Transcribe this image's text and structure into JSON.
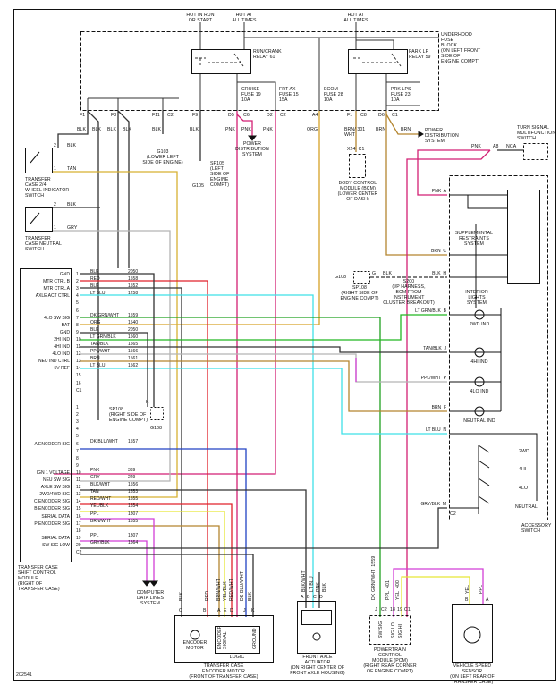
{
  "figure_id": "202541",
  "fuse_block": {
    "title": "UNDERHOOD\nFUSE\nBLOCK\n(ON LEFT FRONT\nSIDE OF\nENGINE COMPT)",
    "hot_run": "HOT IN RUN\nOR START",
    "hot_all_1": "HOT AT\nALL TIMES",
    "hot_all_2": "HOT AT\nALL TIMES",
    "relay_run_crank": "RUN/CRANK\nRELAY 61",
    "relay_park": "PARK LP\nRELAY 59",
    "fuse_cruise": "CRUISE\nFUSE 19\n10A",
    "fuse_frt_ax": "FRT AX\nFUSE 15\n15A",
    "fuse_ecom": "ECOM\nFUSE 28\n10A",
    "fuse_prk_lps": "PRK LPS\nFUSE 23\n10A",
    "connectors": [
      "F1",
      "F3",
      "F11",
      "C2",
      "F9",
      "D5",
      "C6",
      "D2",
      "C2",
      "A4",
      "F1",
      "C8",
      "D6",
      "C1"
    ]
  },
  "wire_labels_top": [
    "BLK",
    "BLK",
    "BLK",
    "BLK",
    "BLK",
    "BLK",
    "PNK",
    "PNK",
    "PNK",
    "ORG",
    "BRN/ 301\nWHT",
    "BRN",
    "BRN"
  ],
  "power_distribution": "POWER\nDISTRIBUTION\nSYSTEM",
  "ground_g103": "G103\n(LOWER LEFT\nSIDE OF ENGINE)",
  "splice_sp105": "SP105\n(LEFT\nSIDE OF\nENGINE\nCOMPT)",
  "ground_g105": "G105",
  "wheel_indicator_switch": {
    "label": "TRANSFER\nCASE 2/4\nWHEEL INDICATOR\nSWITCH",
    "pins": [
      "2",
      "1"
    ],
    "wires": [
      "BLK",
      "TAN"
    ]
  },
  "neutral_switch": {
    "label": "TRANSFER\nCASE NEUTRAL\nSWITCH",
    "pins": [
      "2",
      "1"
    ],
    "wires": [
      "BLK",
      "GRY"
    ]
  },
  "bcm": {
    "label": "BODY CONTROL\nMODULE (BCM)\n(LOWER CENTER\nOF DASH)",
    "connector": "X24  C1"
  },
  "turn_signal_switch": {
    "label": "TURN SIGNAL\nMULTIFUNCTION\nSWITCH",
    "wire": "PNK",
    "pin": "A8",
    "nca": "NCA"
  },
  "accessory_switch": {
    "label": "ACCESSORY\nSWITCH",
    "pins": [
      {
        "wire": "PNK",
        "pin": "A"
      },
      {
        "wire": "BRN",
        "pin": "C"
      },
      {
        "wire": "BLK",
        "pin": "H"
      },
      {
        "wire": "LT GRN/BLK",
        "pin": "B"
      },
      {
        "wire": "TAN/BLK",
        "pin": "J"
      },
      {
        "wire": "PPL/WHT",
        "pin": "P"
      },
      {
        "wire": "BRN",
        "pin": "F"
      },
      {
        "wire": "LT BLU",
        "pin": "N"
      },
      {
        "wire": "GRY/BLK",
        "pin": "M"
      }
    ],
    "connector": "C2",
    "srs": "SUPPLEMENTAL\nRESTRAINTS\nSYSTEM",
    "interior_lights": "INTERIOR\nLIGHTS\nSYSTEM",
    "indicators": [
      "2WD IND",
      "4HI IND",
      "4LO IND",
      "NEUTRAL IND"
    ],
    "modes": [
      "2WD",
      "4HI",
      "4LO",
      "NEUTRAL"
    ]
  },
  "s200": "S200\n(I/P HARNESS,\nBCM FROM\nINSTRUMENT\nCLUSTER BREAKOUT)",
  "sp108_right": {
    "label": "SP108\n(RIGHT SIDE OF\nENGINE COMPT)",
    "pin": "G",
    "wire": "BLK",
    "ground": "G108"
  },
  "sp108_mid": {
    "label": "SP108\n(RIGHT SIDE OF\nENGINE COMPT)",
    "pin": "K",
    "ground": "G108"
  },
  "shift_module": {
    "label": "TRANSFER CASE\nSHIFT CONTROL\nMODULE\n(RIGHT OF\nTRANSFER CASE)",
    "c1": [
      {
        "pin": "1",
        "func": "GND",
        "wire": "BLK",
        "circuit": "2050"
      },
      {
        "pin": "2",
        "func": "MTR CTRL B",
        "wire": "RED",
        "circuit": "1558"
      },
      {
        "pin": "3",
        "func": "MTR CTRL A",
        "wire": "BLK",
        "circuit": "1552"
      },
      {
        "pin": "4",
        "func": "AXLE ACT CTRL",
        "wire": "LT BLU",
        "circuit": "1258"
      },
      {
        "pin": "5",
        "func": "",
        "wire": "",
        "circuit": ""
      },
      {
        "pin": "6",
        "func": "",
        "wire": "",
        "circuit": ""
      },
      {
        "pin": "7",
        "func": "4LO SW SIG",
        "wire": "DK GRN/WHT",
        "circuit": "1559"
      },
      {
        "pin": "8",
        "func": "BAT",
        "wire": "ORG",
        "circuit": "1540"
      },
      {
        "pin": "9",
        "func": "GND",
        "wire": "BLK",
        "circuit": "2050"
      },
      {
        "pin": "10",
        "func": "2HI IND",
        "wire": "LT GRN/BLK",
        "circuit": "1560"
      },
      {
        "pin": "11",
        "func": "4HI IND",
        "wire": "TAN/BLK",
        "circuit": "1565"
      },
      {
        "pin": "12",
        "func": "4LO IND",
        "wire": "PPL/WHT",
        "circuit": "1566"
      },
      {
        "pin": "13",
        "func": "NEU IND CTRL",
        "wire": "BRN",
        "circuit": "1561"
      },
      {
        "pin": "14",
        "func": "5V REF",
        "wire": "LT BLU",
        "circuit": "1562"
      },
      {
        "pin": "15",
        "func": "",
        "wire": "",
        "circuit": ""
      },
      {
        "pin": "16",
        "func": "",
        "wire": "",
        "circuit": ""
      },
      {
        "pin": "C1",
        "func": "",
        "wire": "",
        "circuit": ""
      }
    ],
    "c2": [
      {
        "pin": "1",
        "func": "",
        "wire": "",
        "circuit": ""
      },
      {
        "pin": "2",
        "func": "",
        "wire": "",
        "circuit": ""
      },
      {
        "pin": "3",
        "func": "",
        "wire": "",
        "circuit": ""
      },
      {
        "pin": "4",
        "func": "",
        "wire": "",
        "circuit": ""
      },
      {
        "pin": "5",
        "func": "",
        "wire": "",
        "circuit": ""
      },
      {
        "pin": "6",
        "func": "A ENCODER SIG",
        "wire": "DK BLU/WHT",
        "circuit": "1557"
      },
      {
        "pin": "7",
        "func": "",
        "wire": "",
        "circuit": ""
      },
      {
        "pin": "8",
        "func": "",
        "wire": "",
        "circuit": ""
      },
      {
        "pin": "9",
        "func": "",
        "wire": "",
        "circuit": ""
      },
      {
        "pin": "10",
        "func": "IGN 1 VOLTAGE",
        "wire": "PNK",
        "circuit": "339"
      },
      {
        "pin": "11",
        "func": "NEU SW SIG",
        "wire": "GRY",
        "circuit": "229"
      },
      {
        "pin": "12",
        "func": "AXLE SW SIG",
        "wire": "BLK/WHT",
        "circuit": "1556"
      },
      {
        "pin": "13",
        "func": "2WD/4WD SIG",
        "wire": "TAN",
        "circuit": "1553"
      },
      {
        "pin": "14",
        "func": "C ENCODER SIG",
        "wire": "RED/WHT",
        "circuit": "1555"
      },
      {
        "pin": "15",
        "func": "B ENCODER SIG",
        "wire": "YEL/BLK",
        "circuit": "1554"
      },
      {
        "pin": "16",
        "func": "SERIAL DATA",
        "wire": "PPL",
        "circuit": "1807"
      },
      {
        "pin": "17",
        "func": "P ENCODER SIG",
        "wire": "BRN/WHT",
        "circuit": "1555"
      },
      {
        "pin": "18",
        "func": "",
        "wire": "",
        "circuit": ""
      },
      {
        "pin": "19",
        "func": "SERIAL DATA",
        "wire": "PPL",
        "circuit": "1807"
      },
      {
        "pin": "20",
        "func": "SW SIG LOW",
        "wire": "GRY/BLK",
        "circuit": "1564"
      },
      {
        "pin": "C2",
        "func": "",
        "wire": "",
        "circuit": ""
      }
    ]
  },
  "computer_data_lines": "COMPUTER\nDATA LINES\nSYSTEM",
  "encoder_motor": {
    "label": "TRANSFER CASE\nENCODER MOTOR\n(FRONT OF TRANSFER CASE)",
    "wires": [
      "BLK",
      "RED",
      "BRN/WHT",
      "YEL/BLK",
      "RED/WHT",
      "DK BLU/WHT",
      "BLK"
    ],
    "pins": [
      "C",
      "B",
      "A",
      "E",
      "D",
      "J",
      "K"
    ],
    "motor": "ENCODER\nMOTOR",
    "signal": "ENCODER\nSIGNAL",
    "ground": "GROUND",
    "logic": "LOGIC"
  },
  "front_axle_actuator": {
    "label": "FRONT AXLE\nACTUATOR\n(ON RIGHT CENTER OF\nFRONT AXLE HOUSING)",
    "wires": [
      "BLK/WHT",
      "LT BLU",
      "PNK",
      "BLK"
    ],
    "pins": [
      "A",
      "B",
      "C",
      "D"
    ]
  },
  "pcm": {
    "label": "POWERTRAIN\nCONTROL\nMODULE (PCM)\n(RIGHT REAR CORNER\nOF ENGINE COMPT)",
    "wires": [
      "DK GRN/WHT  1559",
      "PPL  401",
      "YEL  400"
    ],
    "pins": [
      "J",
      "C2",
      "18",
      "19",
      "C1"
    ],
    "inputs": [
      "SW SIG",
      "SIG LO",
      "SIG HI"
    ]
  },
  "vss": {
    "label": "VEHICLE SPEED\nSENSOR\n(ON LEFT REAR OF\nTRANSFER CASE)",
    "wires": [
      "YEL",
      "PPL"
    ],
    "pins": [
      "B",
      "A"
    ]
  },
  "wire_colors": {
    "BLK": "#333333",
    "RED": "#e0202a",
    "LT BLU": "#3fe0e8",
    "DK GRN": "#1fa01f",
    "LT GRN": "#22b822",
    "ORG": "#d6a227",
    "TAN": "#d7b032",
    "BRN": "#b3852f",
    "PNK": "#d21f73",
    "PPL": "#d23fd6",
    "YEL": "#e6e636",
    "GRY": "#b4b4b4",
    "DK BLU": "#2142c4"
  }
}
